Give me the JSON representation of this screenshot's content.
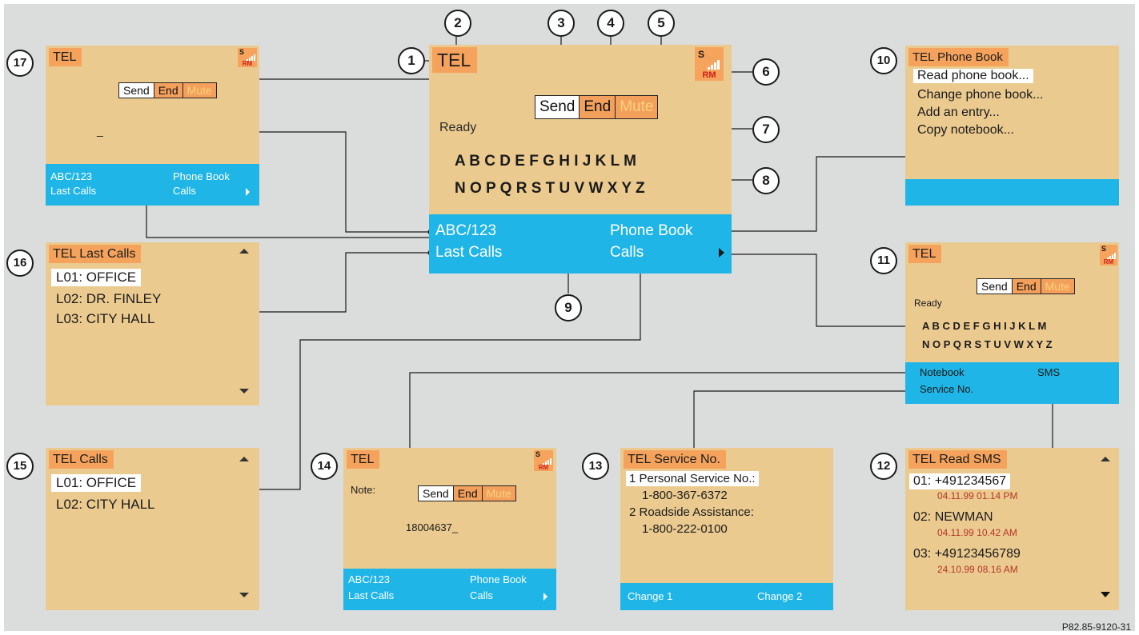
{
  "common": {
    "send": "Send",
    "end": "End",
    "mute": "Mute",
    "signal_s": "S",
    "signal_rm": "RM",
    "abc123": "ABC/123",
    "phone_book": "Phone Book",
    "last_calls": "Last Calls",
    "calls": "Calls",
    "tel": "TEL",
    "ready": "Ready",
    "letters_row1": "A B C D E F G H I J K L M",
    "letters_row2": "N O P Q R S T U V W X Y Z"
  },
  "callouts": [
    "1",
    "2",
    "3",
    "4",
    "5",
    "6",
    "7",
    "8",
    "9",
    "10",
    "11",
    "12",
    "13",
    "14",
    "15",
    "16",
    "17"
  ],
  "screen17": {
    "cursor": "_"
  },
  "screen10": {
    "title": "TEL Phone Book",
    "items": [
      "Read phone book...",
      "Change phone book...",
      "Add an entry...",
      "Copy notebook..."
    ]
  },
  "screen16": {
    "title": "TEL Last Calls",
    "items": [
      "L01: OFFICE",
      "L02: DR. FINLEY",
      "L03: CITY HALL"
    ]
  },
  "screen11": {
    "notebook": "Notebook",
    "sms": "SMS",
    "service_no": "Service No."
  },
  "screen15": {
    "title": "TEL Calls",
    "items": [
      "L01: OFFICE",
      "L02: CITY HALL"
    ]
  },
  "screen14": {
    "note_label": "Note:",
    "number": "18004637_"
  },
  "screen13": {
    "title": "TEL Service No.",
    "line1": "1 Personal Service No.:",
    "line2": "1-800-367-6372",
    "line3": "2 Roadside Assistance:",
    "line4": "1-800-222-0100",
    "change1": "Change 1",
    "change2": "Change 2"
  },
  "screen12": {
    "title": "TEL Read SMS",
    "messages": [
      {
        "index": "01:",
        "sender": "+491234567",
        "date": "04.11.99 01.14 PM"
      },
      {
        "index": "02:",
        "sender": "NEWMAN",
        "date": "04.11.99 10.42 AM"
      },
      {
        "index": "03:",
        "sender": "+49123456789",
        "date": "24.10.99 08.16 AM"
      }
    ]
  },
  "ref_code": "P82.85-9120-31"
}
